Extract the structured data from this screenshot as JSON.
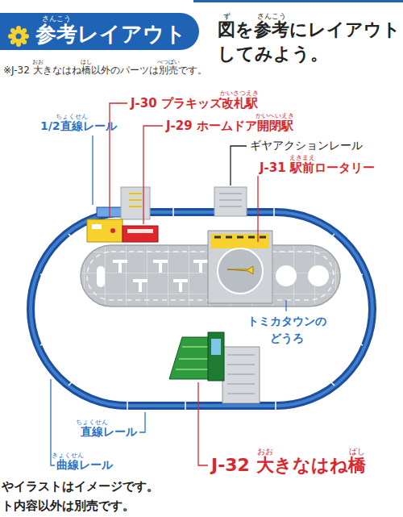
{
  "diagram": {
    "nodes": [
      {
        "text": [
          "参考レイアウト"
        ]
      }
    ],
    "labels": [
      "さんこう",
      "図を参考にレイアウト してみよう。",
      "ず",
      "さんこう",
      "※J-32 大きなはね橋以外のパーツは別売です。",
      "おお",
      "はし",
      "べつばい",
      "J-30 プラキッズ改札駅",
      "かいさつえき",
      "J-29 ホームドア開閉駅",
      "かいへいえき",
      "1/2直線レール",
      "ちょくせん",
      "ギヤアクションレール",
      "J-31 駅前ロータリー",
      "えきまえ",
      "トミカタウンの どうろ",
      "直線レール",
      "ちょくせん",
      "曲線レール",
      "きょくせん",
      "J-32 大きなはね橋",
      "おお",
      "ばし",
      "やイラストはイメージです。",
      "ト内容以外は別売です。"
    ]
  }
}
